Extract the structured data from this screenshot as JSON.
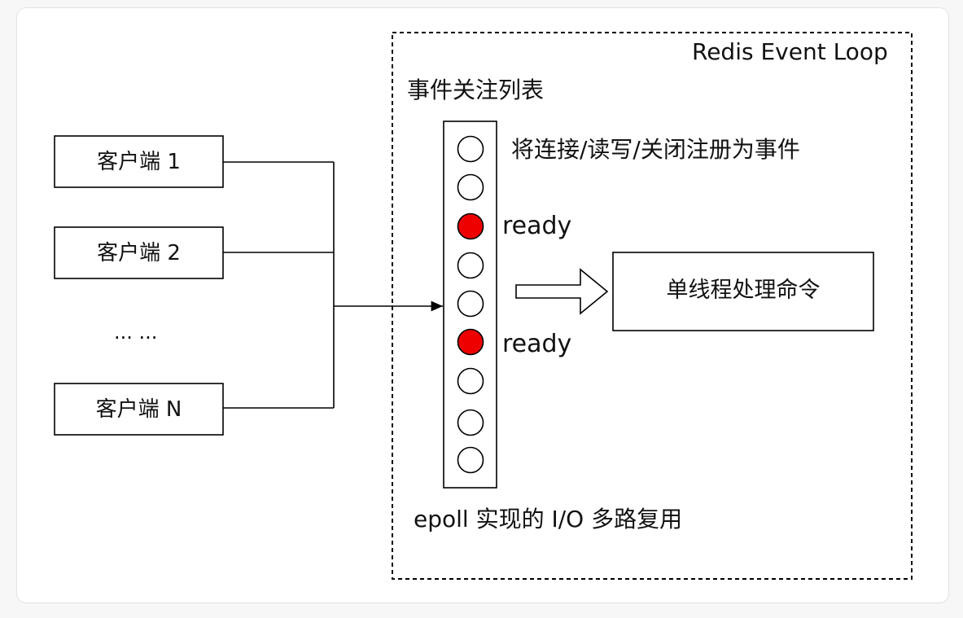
{
  "loop_title": "Redis Event Loop",
  "event_list_title": "事件关注列表",
  "register_note": "将连接/读写/关闭注册为事件",
  "clients": [
    "客户端 1",
    "客户端 2",
    "客户端 N"
  ],
  "ellipsis": "... ...",
  "ready_labels": [
    "ready",
    "ready"
  ],
  "command_box": "单线程处理命令",
  "caption": "epoll 实现的 I/O 多路复用",
  "slots": [
    {
      "state": "idle"
    },
    {
      "state": "idle"
    },
    {
      "state": "ready"
    },
    {
      "state": "idle"
    },
    {
      "state": "idle"
    },
    {
      "state": "ready"
    },
    {
      "state": "idle"
    },
    {
      "state": "idle"
    },
    {
      "state": "idle"
    }
  ],
  "colors": {
    "ready": "#ee0000",
    "idle": "#ffffff",
    "stroke": "#000000"
  }
}
